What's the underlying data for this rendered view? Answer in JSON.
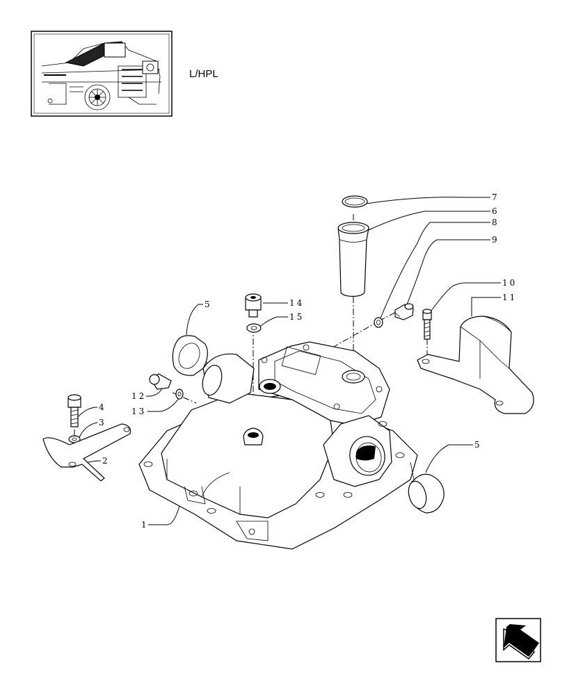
{
  "header": {
    "model_label": "L/HPL"
  },
  "callouts": {
    "p1": "1",
    "p2": "2",
    "p3": "3",
    "p4": "4",
    "p5a": "5",
    "p5b": "5",
    "p6": "6",
    "p7": "7",
    "p8": "8",
    "p9": "9",
    "p10": "10",
    "p11": "11",
    "p12": "12",
    "p13": "13",
    "p14": "14",
    "p15": "15"
  },
  "icons": {
    "thumbnail": "tractor-rear-view-thumbnail",
    "nav": "next-page-arrow-icon"
  }
}
